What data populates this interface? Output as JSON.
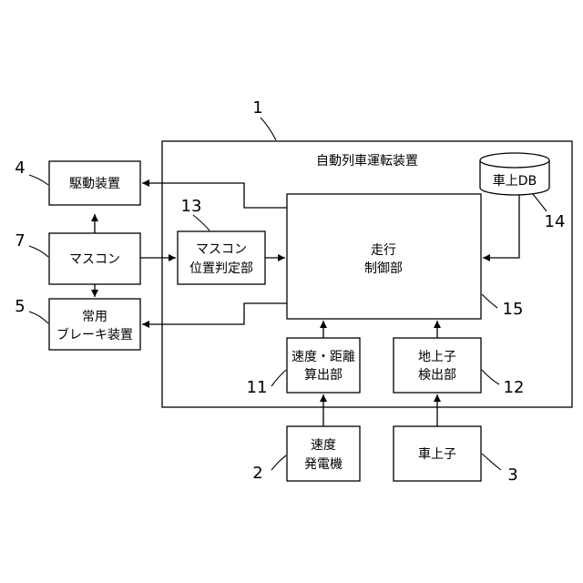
{
  "system": {
    "label": "自動列車運転装置",
    "ref": "1"
  },
  "blocks": {
    "drive": {
      "lines": [
        "駆動装置"
      ],
      "ref": "4"
    },
    "mascon": {
      "lines": [
        "マスコン"
      ],
      "ref": "7"
    },
    "brake": {
      "lines": [
        "常用",
        "ブレーキ装置"
      ],
      "ref": "5"
    },
    "mascon_pos": {
      "lines": [
        "マスコン",
        "位置判定部"
      ],
      "ref": "13"
    },
    "control": {
      "lines": [
        "走行",
        "制御部"
      ],
      "ref": "15"
    },
    "speed_dist": {
      "lines": [
        "速度・距離",
        "算出部"
      ],
      "ref": "11"
    },
    "ground_det": {
      "lines": [
        "地上子",
        "検出部"
      ],
      "ref": "12"
    },
    "generator": {
      "lines": [
        "速度",
        "発電機"
      ],
      "ref": "2"
    },
    "onboard_coil": {
      "lines": [
        "車上子"
      ],
      "ref": "3"
    },
    "db": {
      "lines": [
        "車上DB"
      ],
      "ref": "14"
    }
  }
}
